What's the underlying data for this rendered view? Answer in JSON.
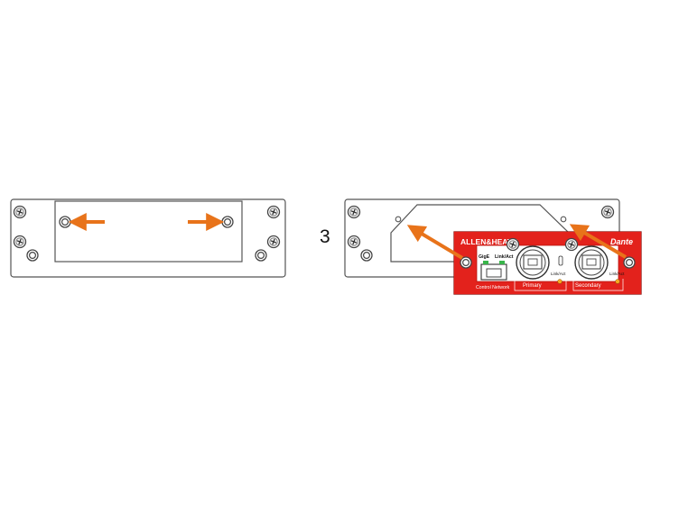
{
  "step": {
    "number": "3"
  },
  "card": {
    "brand": "ALLEN&HEATH",
    "dante_logo": "Dante",
    "ethernet_labels": {
      "left": "GigE",
      "right": "Link/Act",
      "bottom": "Control Network"
    },
    "port_labels": {
      "primary": "Primary",
      "secondary": "Secondary"
    },
    "led_labels": {
      "left": "Link/Act",
      "right": "Link/Act"
    }
  },
  "colors": {
    "arrow": "#e8731a",
    "card_red": "#e3221c",
    "card_red_dark": "#b8150f",
    "outline": "#444444",
    "panel_fill": "#ffffff",
    "led_amber": "#f5a623",
    "led_green": "#39b54a"
  },
  "icons": [
    "screw-icon",
    "thumbscrew-icon",
    "rj45-port-icon",
    "ethercon-port-icon",
    "arrow-icon"
  ]
}
